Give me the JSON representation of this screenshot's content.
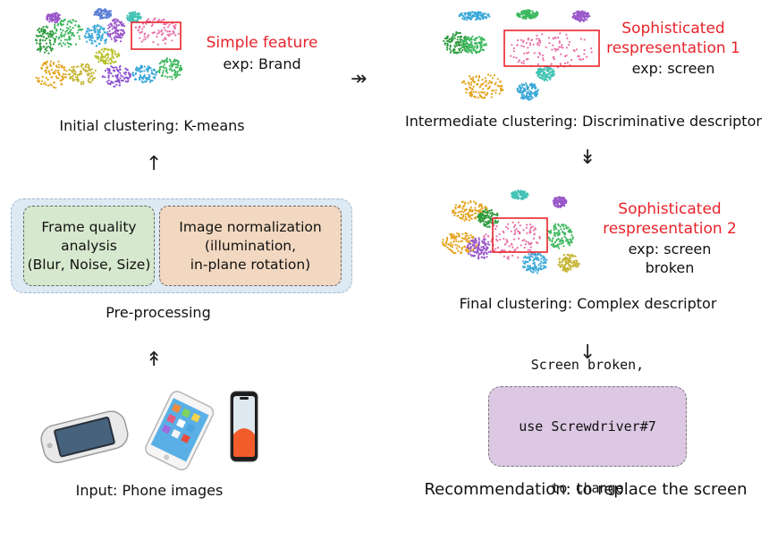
{
  "colors": {
    "highlight": "#e8232a",
    "preprocess_panel": "#dde9f3",
    "frame_box": "#d6e8cd",
    "norm_box": "#f2d8c0",
    "reco_box": "#dcc8e3",
    "clusters": [
      "#e96fa7",
      "#3db85e",
      "#9a58c9",
      "#e3a21c",
      "#3aa8d8",
      "#c5b533",
      "#8a4fd0",
      "#ef6d7c",
      "#43c3b4",
      "#2d9b3d",
      "#b9c22e",
      "#5a7fd6"
    ]
  },
  "stages": {
    "initial": {
      "caption": "Initial clustering: K-means",
      "highlight_title": "Simple feature",
      "highlight_example": "exp: Brand"
    },
    "intermediate": {
      "caption": "Intermediate clustering: Discriminative descriptor",
      "highlight_title_1": "Sophisticated",
      "highlight_title_2": "respresentation 1",
      "highlight_example": "exp: screen"
    },
    "final": {
      "caption": "Final clustering: Complex descriptor",
      "highlight_title_1": "Sophisticated",
      "highlight_title_2": "respresentation 2",
      "highlight_example_1": "exp: screen",
      "highlight_example_2": "broken"
    }
  },
  "preprocessing": {
    "caption": "Pre-processing",
    "frame_quality": [
      "Frame quality",
      "analysis",
      "(Blur, Noise, Size)"
    ],
    "normalization": [
      "Image normalization",
      "(illumination,",
      "in-plane rotation)"
    ]
  },
  "input": {
    "caption": "Input: Phone images",
    "phones": [
      "phone-icon",
      "phone-icon",
      "phone-icon"
    ]
  },
  "recommendation": {
    "box_text": [
      "Screen broken,",
      "use Screwdriver#7",
      "to change"
    ],
    "caption": "Recommendation: to replace the screen"
  },
  "arrows": {
    "up": "↑",
    "double_up": "↟",
    "right": "↠",
    "down": "↓",
    "double_down": "↡"
  }
}
